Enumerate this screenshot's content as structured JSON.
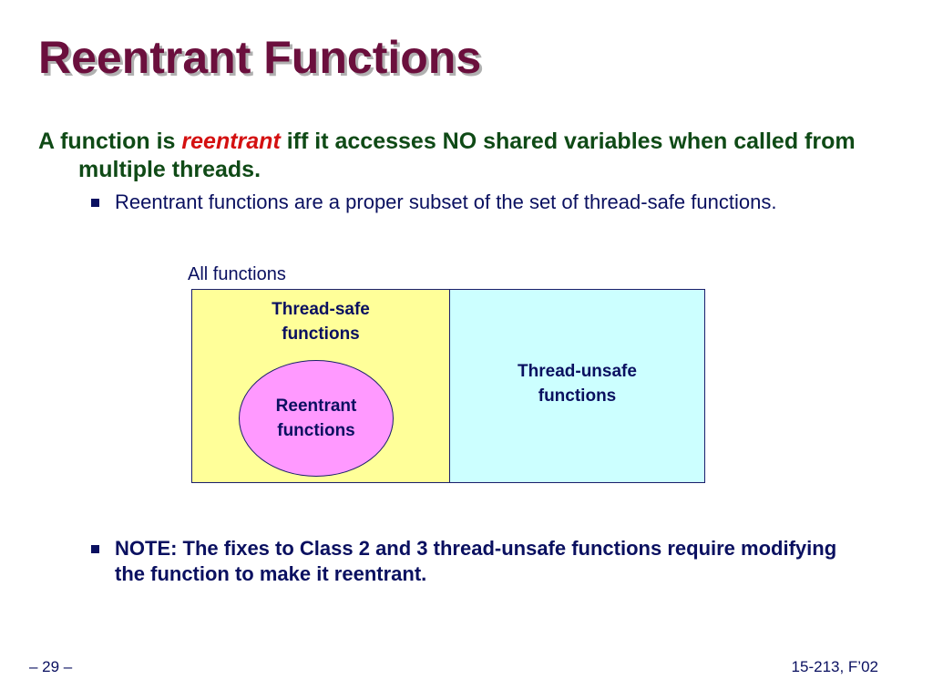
{
  "slide": {
    "title": "Reentrant Functions",
    "main_point": {
      "prefix": "A function is ",
      "emphasis": "reentrant",
      "suffix": " iff it accesses NO shared variables when called from multiple threads."
    },
    "bullets": [
      "Reentrant functions are a proper subset of the set of thread-safe functions.",
      "NOTE: The fixes to Class 2 and 3 thread-unsafe functions require modifying the function to make it reentrant."
    ],
    "diagram": {
      "outer_label": "All functions",
      "thread_safe_label": "Thread-safe\nfunctions",
      "thread_unsafe_label": "Thread-unsafe\nfunctions",
      "reentrant_label": "Reentrant\nfunctions",
      "colors": {
        "thread_safe_fill": "#ffff99",
        "thread_unsafe_fill": "#ccffff",
        "reentrant_fill": "#ff99ff",
        "border": "#1a1f6b"
      }
    },
    "footer": {
      "page": "– 29 –",
      "course": "15-213, F’02"
    },
    "colors": {
      "title": "#6b0f3d",
      "main_point": "#0f4a16",
      "emphasis": "#d41010",
      "body_text": "#0a1060"
    },
    "bullet_icon": "square-bullet-icon"
  }
}
